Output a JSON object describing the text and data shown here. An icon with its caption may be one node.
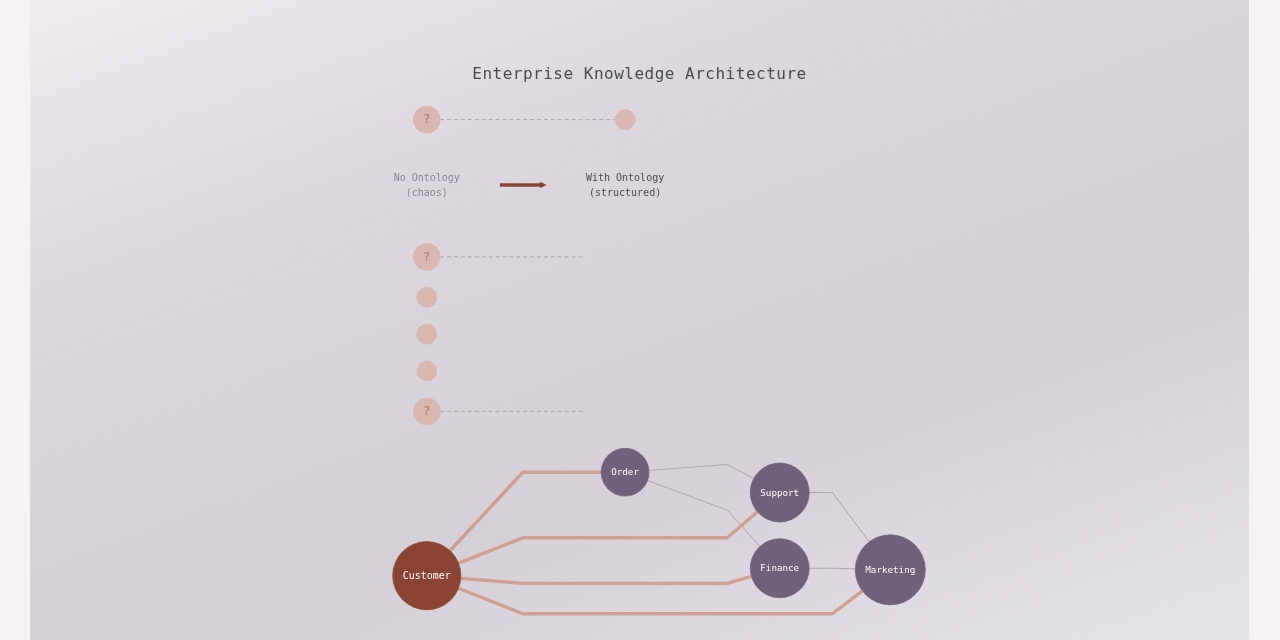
{
  "diagram": {
    "title": "Enterprise Knowledge Architecture",
    "nodes": [
      {
        "text": [
          "?"
        ]
      },
      {
        "text": [
          "?"
        ]
      },
      {
        "text": [],
        "shape": "circle"
      },
      {
        "text": [
          "?"
        ]
      },
      {
        "text": [],
        "shape": "circle"
      },
      {
        "text": [],
        "shape": "circle"
      },
      {
        "text": [],
        "shape": "circle"
      },
      {
        "text": [
          "No Ontology",
          "(chaos)"
        ]
      },
      {
        "text": [
          "Order"
        ]
      },
      {
        "text": [
          "Support"
        ]
      },
      {
        "text": [
          "Customer"
        ]
      },
      {
        "text": [
          "Finance"
        ]
      },
      {
        "text": [
          "Marketing"
        ]
      },
      {
        "text": [
          "With Ontology",
          "(structured)"
        ]
      }
    ],
    "edges": [
      {
        "from": 0,
        "to": 2,
        "arrow": "none",
        "style": "dashed"
      },
      {
        "from": 1,
        "to": null,
        "arrow": "none",
        "style": "dashed"
      },
      {
        "from": 3,
        "to": null,
        "arrow": "none",
        "style": "dashed"
      },
      {
        "from": 7,
        "to": 13,
        "arrow": "to",
        "style": "thick",
        "color": "#8b4332"
      },
      {
        "from": 8,
        "to": 9,
        "arrow": "none"
      },
      {
        "from": 8,
        "to": 11,
        "arrow": "none"
      },
      {
        "from": 9,
        "to": 12,
        "arrow": "none"
      },
      {
        "from": 11,
        "to": 12,
        "arrow": "none"
      },
      {
        "from": 10,
        "to": 8,
        "arrow": "none",
        "style": "thick",
        "color": "#cfa091"
      },
      {
        "from": 10,
        "to": 9,
        "arrow": "none",
        "style": "thick",
        "color": "#cfa091"
      },
      {
        "from": 10,
        "to": 11,
        "arrow": "none",
        "style": "thick",
        "color": "#cfa091"
      },
      {
        "from": 10,
        "to": 12,
        "arrow": "none",
        "style": "thick",
        "color": "#cfa091"
      }
    ]
  }
}
